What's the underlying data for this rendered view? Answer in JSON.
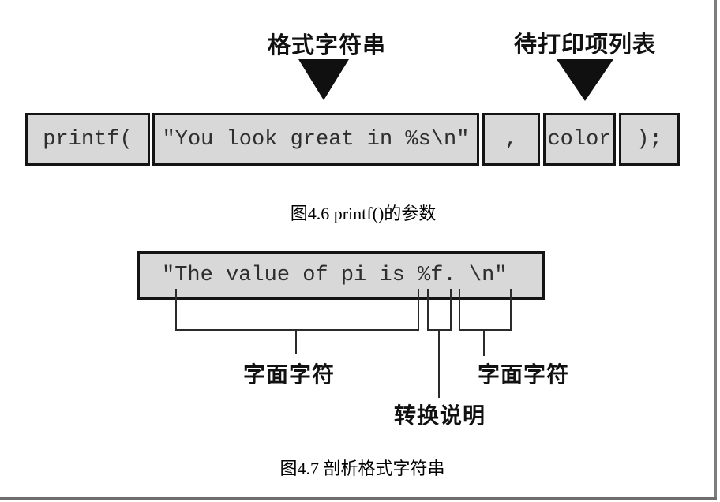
{
  "fig46": {
    "pointer_labels": {
      "format_string": "格式字符串",
      "print_items": "待打印项列表"
    },
    "cells": [
      "printf(",
      "\"You look great in %s\\n\"",
      ",",
      "color",
      ");"
    ],
    "caption": "图4.6 printf()的参数",
    "colors": {
      "cell_bg": "#d8d8d8",
      "cell_border": "#141414",
      "arrow": "#101010"
    }
  },
  "fig47": {
    "format_string": "\"The value of pi is %f. \\n\"",
    "annotations": {
      "literal_left": "字面字符",
      "conversion_spec": "转换说明",
      "literal_right": "字面字符"
    },
    "caption": "图4.7 剖析格式字符串",
    "colors": {
      "box_bg": "#d8d8d8",
      "box_border": "#141414",
      "line": "#2b2b2b"
    }
  },
  "page": {
    "background": "#ffffff",
    "frame_border": "#7d7d7d"
  }
}
